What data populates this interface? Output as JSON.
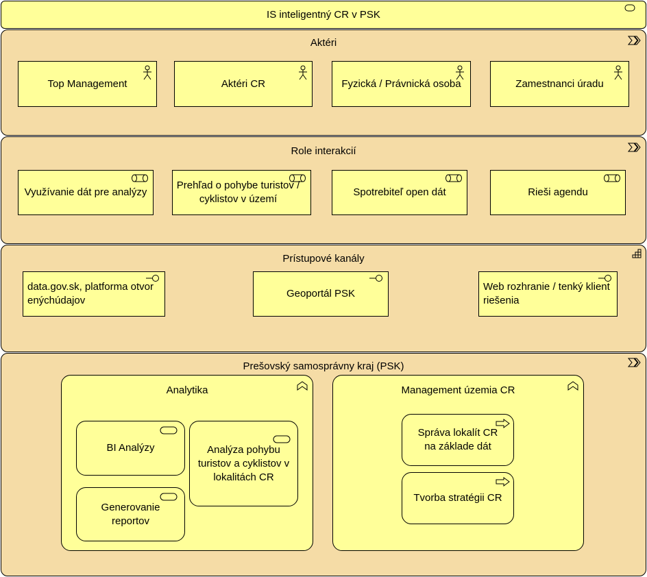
{
  "system": {
    "title": "IS inteligentný CR v PSK",
    "icon": "interface-icon"
  },
  "lanes": {
    "actors": {
      "title": "Aktéri",
      "icon": "business-process-chevron-icon",
      "items": [
        "Top Management",
        "Aktéri CR",
        "Fyzická / Právnická osoba",
        "Zamestnanci úradu"
      ],
      "item_icon": "actor-icon"
    },
    "roles": {
      "title": "Role interakcií",
      "icon": "business-process-chevron-icon",
      "items": [
        "Využívanie dát pre analýzy",
        "Prehľad o pohybe turistov / cyklistov v území",
        "Spotrebiteľ open dát",
        "Rieši agendu"
      ],
      "item_icon": "role-icon"
    },
    "channels": {
      "title": "Prístupové kanály",
      "icon": "node-grid-icon",
      "items": [
        "data.gov.sk, platforma otvor enýchúdajov",
        "Geoportál PSK",
        "Web rozhranie / tenký klient riešenia"
      ],
      "item_icon": "interface-lollipop-icon"
    },
    "psk": {
      "title": "Prešovský samosprávny kraj (PSK)",
      "icon": "business-process-chevron-icon",
      "groups": {
        "analytika": {
          "title": "Analytika",
          "icon": "function-icon",
          "items": [
            "BI Analýzy",
            "Analýza pohybu turistov a cyklistov v lokalitách CR",
            "Generovanie reportov"
          ],
          "item_icon": "service-icon"
        },
        "management": {
          "title": "Management územia CR",
          "icon": "function-icon",
          "items": [
            "Správa lokalít CR na základe dát",
            "Tvorba stratégii CR"
          ],
          "item_icon": "process-arrow-icon"
        }
      }
    }
  },
  "colors": {
    "lane_fill": "#f5dca6",
    "element_fill": "#ffff99",
    "stroke": "#000000"
  }
}
